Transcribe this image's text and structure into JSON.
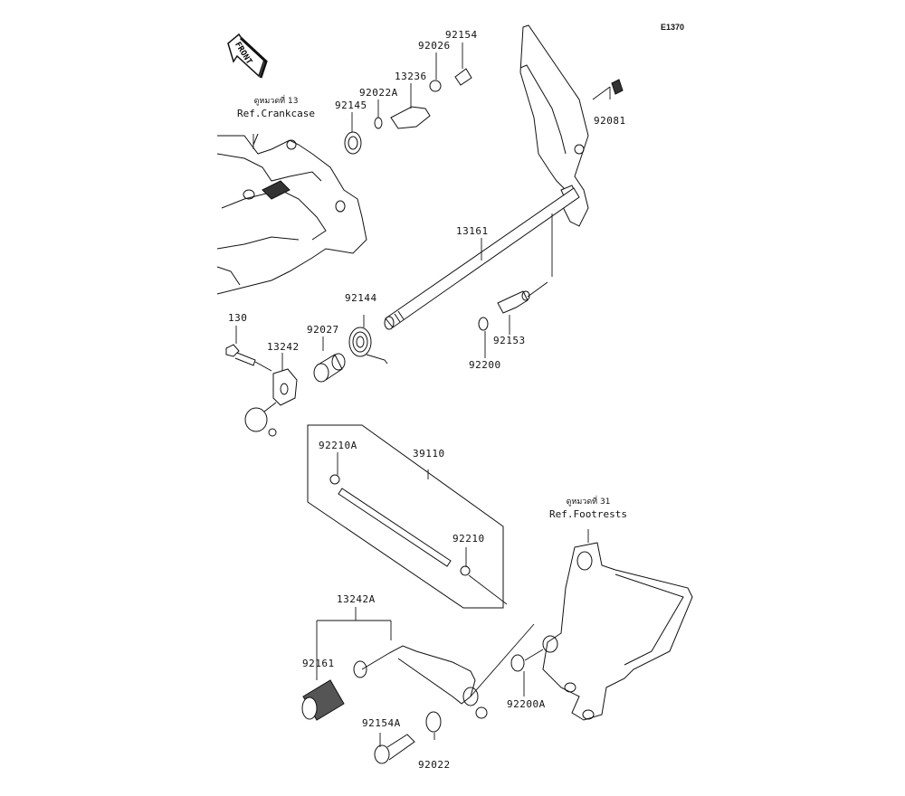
{
  "diagram_code": "E1370",
  "direction_marker": "FRONT",
  "references": [
    {
      "id": "crankcase",
      "thai": "ดูหมวดที่ 13",
      "text": "Ref.Crankcase"
    },
    {
      "id": "footrests",
      "thai": "ดูหมวดที่ 31",
      "text": "Ref.Footrests"
    }
  ],
  "parts": {
    "p92154": "92154",
    "p92026": "92026",
    "p13236": "13236",
    "p92022A": "92022A",
    "p92145": "92145",
    "p92081": "92081",
    "p13161": "13161",
    "p92144": "92144",
    "p92027": "92027",
    "p130": "130",
    "p13242": "13242",
    "p92153": "92153",
    "p92200": "92200",
    "p92210A": "92210A",
    "p39110": "39110",
    "p92210": "92210",
    "p13242A": "13242A",
    "p92161": "92161",
    "p92154A": "92154A",
    "p92022": "92022",
    "p92200A": "92200A"
  }
}
